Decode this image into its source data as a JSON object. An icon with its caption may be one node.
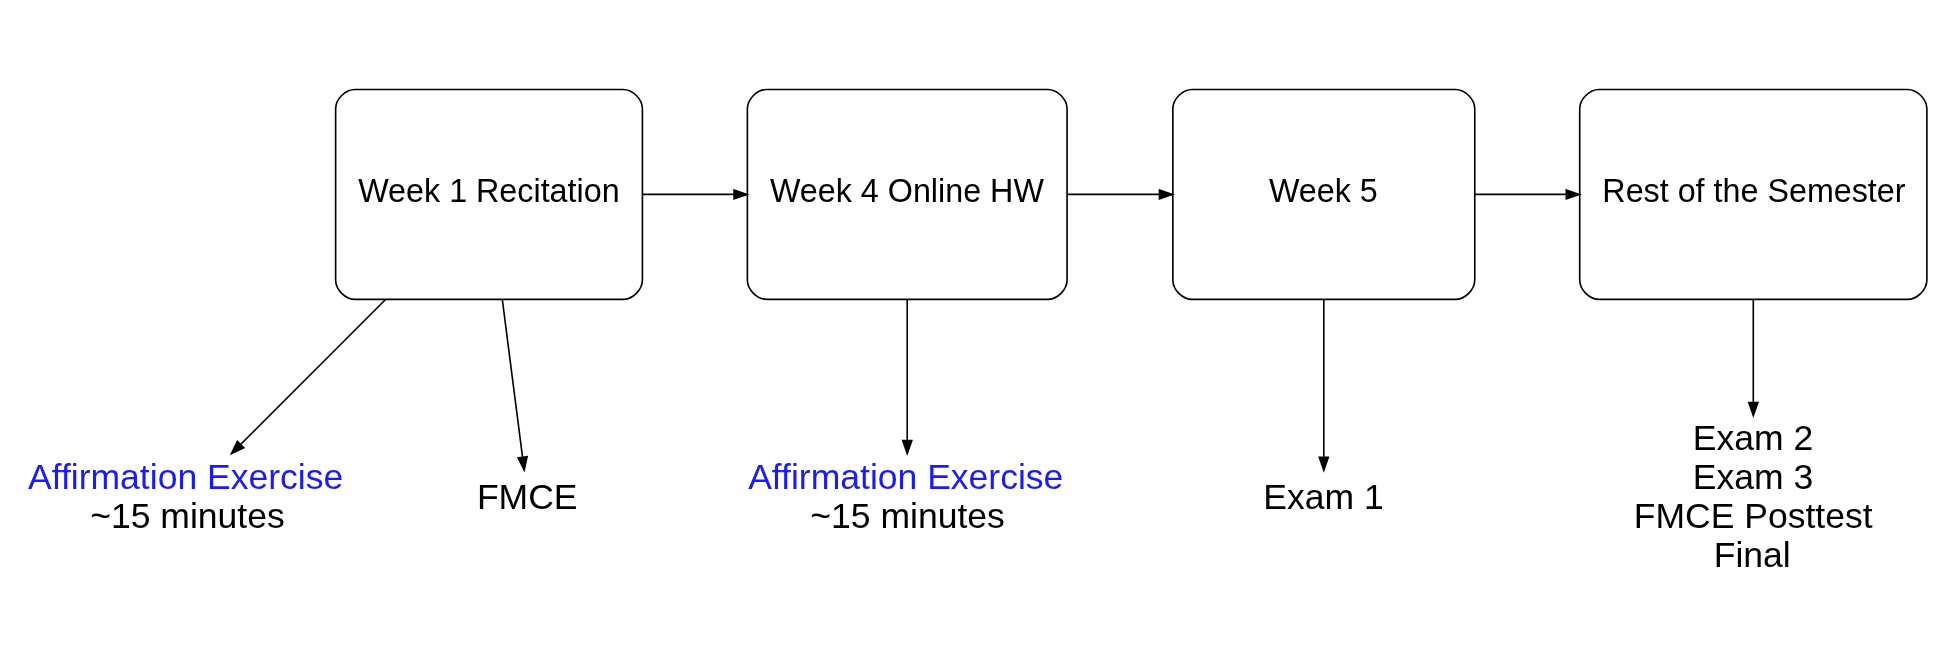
{
  "diagram": {
    "nodes": [
      {
        "text": [
          "Week 1 Recitation"
        ]
      },
      {
        "text": [
          "Week 4 Online HW"
        ]
      },
      {
        "text": [
          "Week 5"
        ]
      },
      {
        "text": [
          "Rest of the Semester"
        ]
      },
      {
        "text": [
          "Affirmation Exercise",
          "~15 minutes"
        ]
      },
      {
        "text": [
          "FMCE"
        ]
      },
      {
        "text": [
          "Affirmation Exercise",
          "~15 minutes"
        ]
      },
      {
        "text": [
          "Exam 1"
        ]
      },
      {
        "text": [
          "Exam 2",
          "Exam 3",
          "FMCE Posttest",
          "Final"
        ]
      }
    ],
    "edges": [
      {
        "from": 0,
        "to": 1,
        "arrow": "to"
      },
      {
        "from": 1,
        "to": 2,
        "arrow": "to"
      },
      {
        "from": 2,
        "to": 3,
        "arrow": "to"
      },
      {
        "from": 0,
        "to": 4,
        "arrow": "to"
      },
      {
        "from": 0,
        "to": 5,
        "arrow": "to"
      },
      {
        "from": 1,
        "to": 6,
        "arrow": "to"
      },
      {
        "from": 2,
        "to": 7,
        "arrow": "to"
      },
      {
        "from": 3,
        "to": 8,
        "arrow": "to"
      }
    ]
  }
}
